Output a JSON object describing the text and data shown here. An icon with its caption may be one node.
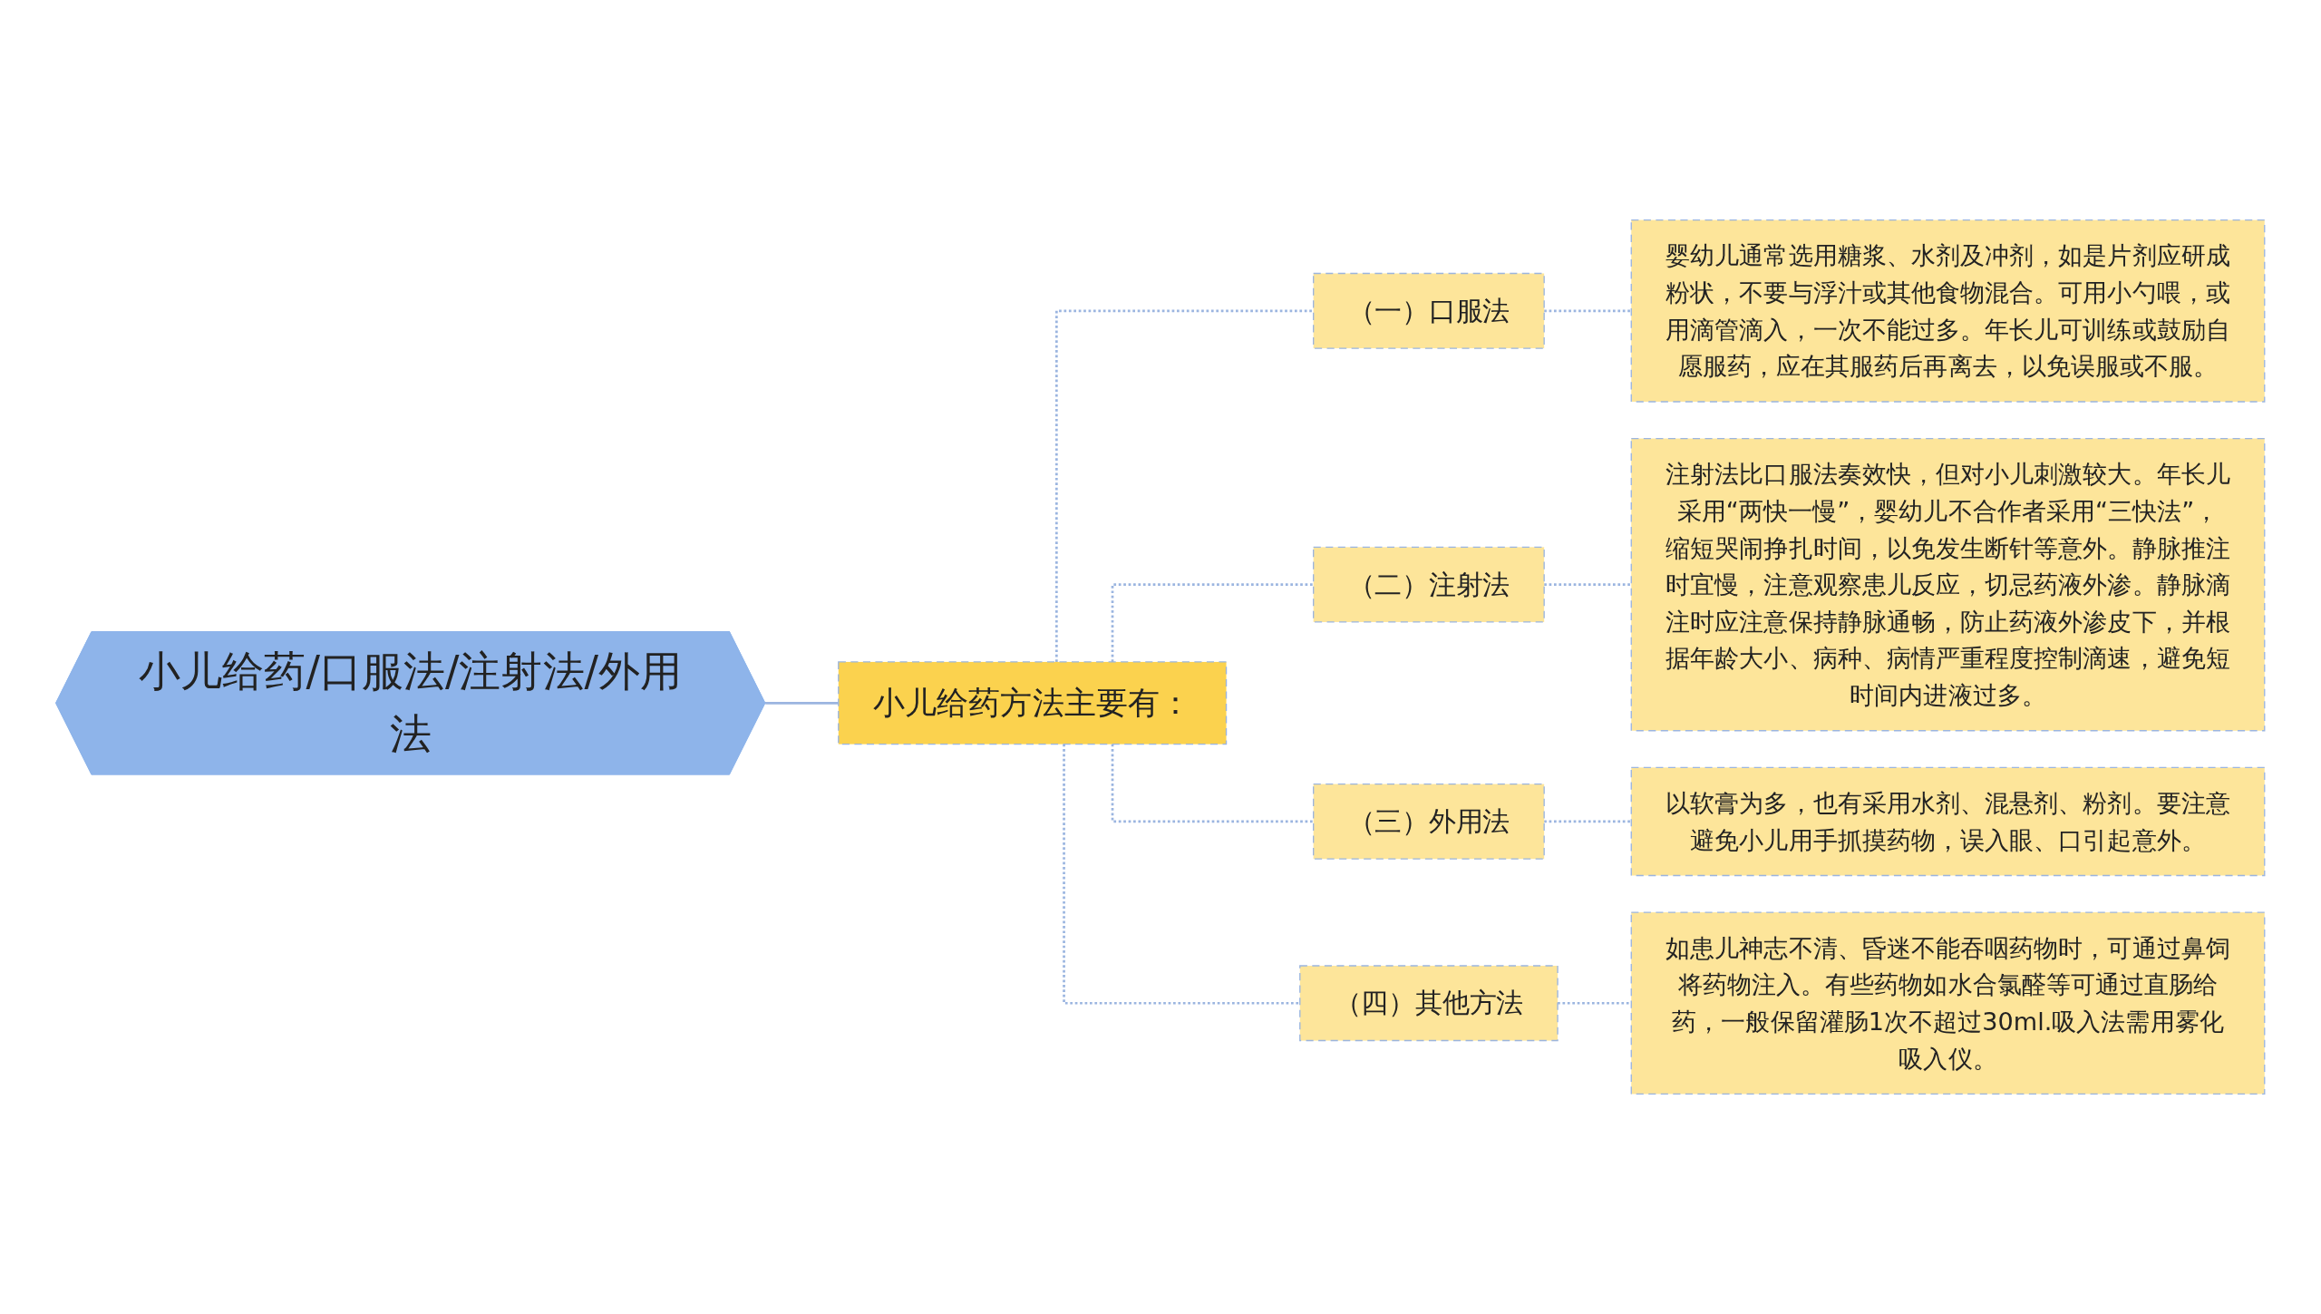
{
  "diagram": {
    "nodes": [
      {
        "text": [
          "小儿给药/口服法/注射法/外用法"
        ]
      },
      {
        "text": [
          "小儿给药方法主要有："
        ]
      },
      {
        "text": [
          "（一）口服法"
        ]
      },
      {
        "text": [
          "（二）注射法"
        ]
      },
      {
        "text": [
          "（三）外用法"
        ]
      },
      {
        "text": [
          "（四）其他方法"
        ]
      },
      {
        "text": [
          "婴幼儿通常选用糖浆、水剂及冲剂，如是片剂应研成粉状，不要与浮汁或其他食物混合。可用小勺喂，或用滴管滴入，一次不能过多。年长儿可训练或鼓励自愿服药，应在其服药后再离去，以免误服或不服。"
        ]
      },
      {
        "text": [
          "注射法比口服法奏效快，但对小儿刺激较大。年长儿采用“两快一慢”，婴幼儿不合作者采用“三快法”，缩短哭闹挣扎时间，以免发生断针等意外。静脉推注时宜慢，注意观察患儿反应，切忌药液外渗。静脉滴注时应注意保持静脉通畅，防止药液外渗皮下，并根据年龄大小、病种、病情严重程度控制滴速，避免短时间内进液过多。"
        ]
      },
      {
        "text": [
          "以软膏为多，也有采用水剂、混悬剂、粉剂。要注意避免小儿用手抓摸药物，误入眼、口引起意外。"
        ]
      },
      {
        "text": [
          "如患儿神志不清、昏迷不能吞咽药物时，可通过鼻饲将药物注入。有些药物如水合氯醛等可通过直肠给药，一般保留灌肠1次不超过30ml.吸入法需用雾化吸入仪。"
        ]
      }
    ],
    "edges": [
      {
        "from": 0,
        "to": 1,
        "arrow": "none"
      },
      {
        "from": 1,
        "to": 2,
        "arrow": "none",
        "style": "dashed"
      },
      {
        "from": 1,
        "to": 3,
        "arrow": "none",
        "style": "dashed"
      },
      {
        "from": 1,
        "to": 4,
        "arrow": "none",
        "style": "dashed"
      },
      {
        "from": 1,
        "to": 5,
        "arrow": "none",
        "style": "dashed"
      },
      {
        "from": 2,
        "to": 6,
        "arrow": "none",
        "style": "dashed"
      },
      {
        "from": 3,
        "to": 7,
        "arrow": "none",
        "style": "dashed"
      },
      {
        "from": 4,
        "to": 8,
        "arrow": "none",
        "style": "dashed"
      },
      {
        "from": 5,
        "to": 9,
        "arrow": "none",
        "style": "dashed"
      }
    ]
  }
}
